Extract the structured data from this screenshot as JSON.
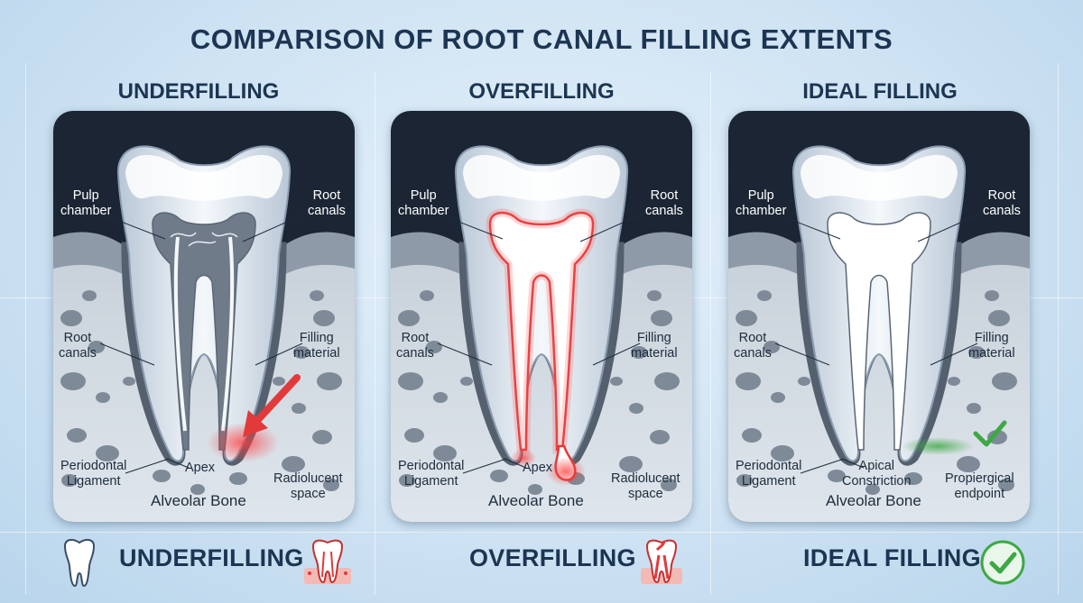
{
  "title": "COMPARISON OF ROOT CANAL FILLING EXTENTS",
  "colors": {
    "heading": "#1c3552",
    "danger": "#e23a3a",
    "success": "#3ea844",
    "panel_dark": "#1b2533"
  },
  "panels": [
    {
      "heading": "UNDERFILLING",
      "labels": {
        "pulp_chamber": "Pulp\nchamber",
        "root_canals_top": "Root\ncanals",
        "root_canals_side": "Root\ncanals",
        "filling_material": "Filling\nmaterial",
        "periodontal": "Periodontal\nLigament",
        "apex": "Apex",
        "radiolucent": "Radiolucent\nspace",
        "bone": "Alveolar Bone"
      }
    },
    {
      "heading": "OVERFILLING",
      "labels": {
        "pulp_chamber": "Pulp\nchamber",
        "root_canals_top": "Root\ncanals",
        "root_canals_side": "Root\ncanals",
        "filling_material": "Filling\nmaterial",
        "periodontal": "Periodontal\nLigament",
        "apex": "Apex",
        "radiolucent": "Radiolucent\nspace",
        "bone": "Alveolar Bone"
      }
    },
    {
      "heading": "IDEAL FILLING",
      "labels": {
        "pulp_chamber": "Pulp\nchamber",
        "root_canals_top": "Root\ncanals",
        "root_canals_side": "Root\ncanals",
        "filling_material": "Filling\nmaterial",
        "periodontal": "Periodontal\nLigament",
        "apical": "Apical\nConstriction",
        "endpoint": "Propiergical\nendpoint",
        "bone": "Alveolar Bone"
      }
    }
  ],
  "footer": {
    "underfilling": "UNDERFILLING",
    "overfilling": "OVERFILLING",
    "ideal": "IDEAL FILLING"
  },
  "icons": [
    "tooth-icon",
    "inflamed-tooth-icon",
    "overfilled-tooth-icon",
    "checkmark-icon"
  ]
}
